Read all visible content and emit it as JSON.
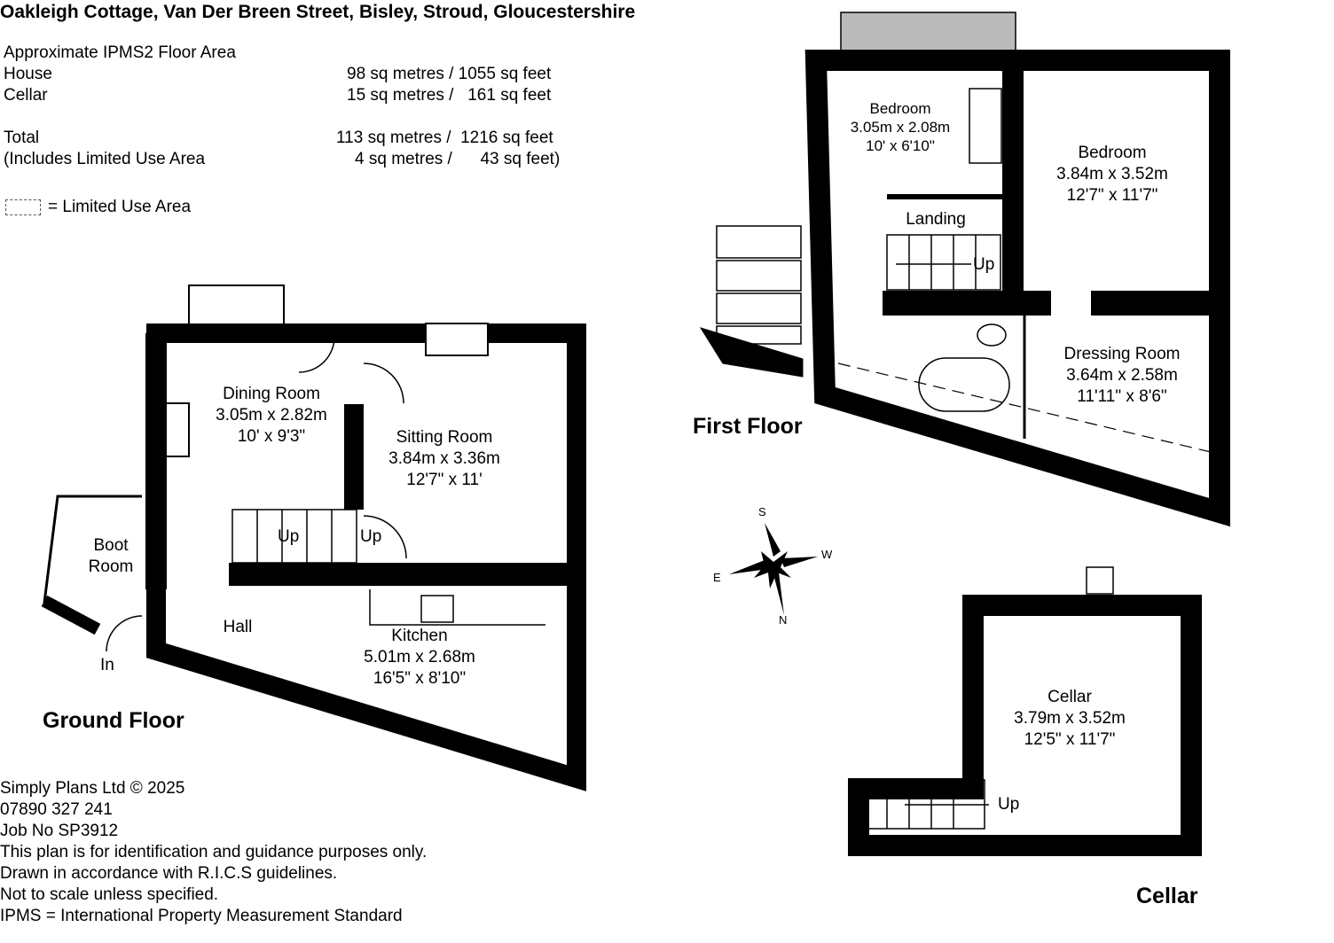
{
  "title": "Oakleigh Cottage, Van Der Breen Street, Bisley, Stroud, Gloucestershire",
  "area_summary": {
    "heading": "Approximate IPMS2 Floor Area",
    "rows": [
      {
        "label": "House",
        "value": "98 sq metres / 1055 sq feet"
      },
      {
        "label": "Cellar",
        "value": "15 sq metres /   161 sq feet"
      },
      {
        "label": "Total",
        "value": "113 sq metres /  1216 sq feet"
      },
      {
        "label": "(Includes Limited Use Area",
        "value": "4 sq metres /      43 sq feet)"
      }
    ],
    "legend": "= Limited Use Area"
  },
  "floors": {
    "ground": "Ground Floor",
    "first": "First Floor",
    "cellar": "Cellar"
  },
  "rooms": {
    "dining": {
      "name": "Dining Room",
      "metric": "3.05m x 2.82m",
      "imperial": "10' x 9'3\""
    },
    "sitting": {
      "name": "Sitting Room",
      "metric": "3.84m x 3.36m",
      "imperial": "12'7\" x 11'"
    },
    "boot": {
      "name": "Boot",
      "name2": "Room"
    },
    "hall": {
      "name": "Hall"
    },
    "kitchen": {
      "name": "Kitchen",
      "metric": "5.01m x 2.68m",
      "imperial": "16'5\" x 8'10\""
    },
    "bedroom1": {
      "name": "Bedroom",
      "metric": "3.05m x 2.08m",
      "imperial": "10' x 6'10\""
    },
    "bedroom2": {
      "name": "Bedroom",
      "metric": "3.84m x 3.52m",
      "imperial": "12'7\" x 11'7\""
    },
    "landing": {
      "name": "Landing"
    },
    "dressing": {
      "name": "Dressing Room",
      "metric": "3.64m x 2.58m",
      "imperial": "11'11\" x 8'6\""
    },
    "cellar": {
      "name": "Cellar",
      "metric": "3.79m x 3.52m",
      "imperial": "12'5\" x 11'7\""
    }
  },
  "labels": {
    "up": "Up",
    "in": "In"
  },
  "compass": {
    "s": "S",
    "w": "W",
    "e": "E",
    "n": "N"
  },
  "footer": [
    "Simply Plans Ltd © 2025",
    "07890 327 241",
    "Job No SP3912",
    "This plan is for identification and guidance purposes only.",
    "Drawn in accordance with R.I.C.S guidelines.",
    "Not to scale unless specified.",
    "IPMS = International Property Measurement Standard"
  ]
}
